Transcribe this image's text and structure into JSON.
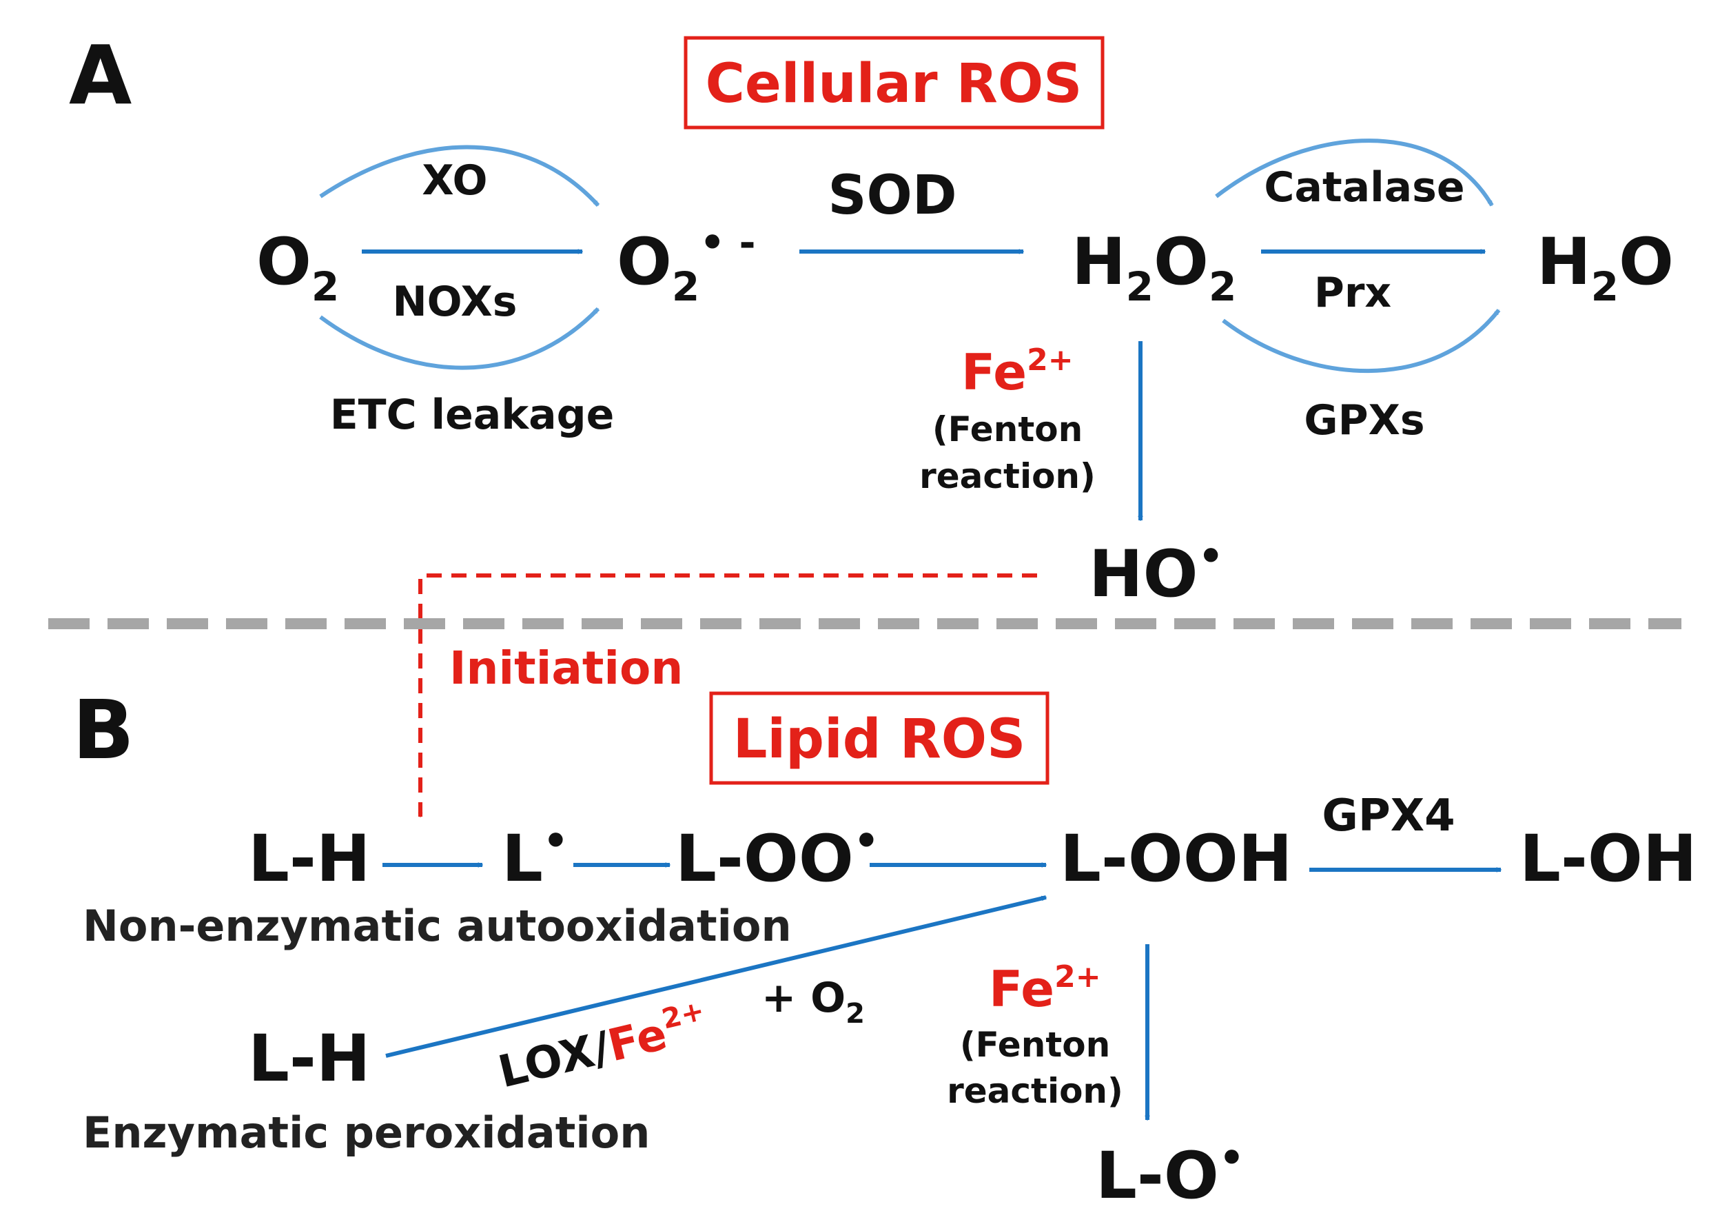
{
  "panelA": {
    "letter": "A",
    "title": "Cellular ROS",
    "O2": {
      "main": "O",
      "sub": "2"
    },
    "superoxide": {
      "main": "O",
      "sub": "2",
      "sup": "•  -"
    },
    "H2O2": {
      "a": "H",
      "s1": "2",
      "b": "O",
      "s2": "2"
    },
    "H2O": {
      "a": "H",
      "s1": "2",
      "b": "O"
    },
    "hydroxyl": {
      "main": "HO",
      "sup": "•"
    },
    "XO": "XO",
    "NOXs": "NOXs",
    "ETC": "ETC leakage",
    "SOD": "SOD",
    "Catalase": "Catalase",
    "Prx": "Prx",
    "GPXs": "GPXs",
    "fe": {
      "main": "Fe",
      "sup": "2+"
    },
    "fenton1": "(Fenton",
    "fenton2": "reaction)"
  },
  "initiation": "Initiation",
  "panelB": {
    "letter": "B",
    "title": "Lipid ROS",
    "LH1": "L-H",
    "Lrad": {
      "main": "L",
      "sup": "•"
    },
    "LOO": {
      "main": "L-OO",
      "sup": "•"
    },
    "LOOH": "L-OOH",
    "GPX4": "GPX4",
    "LOH": "L-OH",
    "nonenz": "Non-enzymatic  autooxidation",
    "LH2": "L-H",
    "enz": "Enzymatic peroxidation",
    "lox": "LOX/",
    "loxfe": {
      "main": "Fe",
      "sup": "2+"
    },
    "plusO2": {
      "main": "+ O",
      "sub": "2"
    },
    "fe": {
      "main": "Fe",
      "sup": "2+"
    },
    "fenton1": "(Fenton",
    "fenton2": "reaction)",
    "LO": {
      "main": "L-O",
      "sup": "•"
    }
  },
  "colors": {
    "arrow": "#1b75c3",
    "curve": "#5fa3dc",
    "red": "#e32119",
    "divider": "#a6a6a6"
  }
}
